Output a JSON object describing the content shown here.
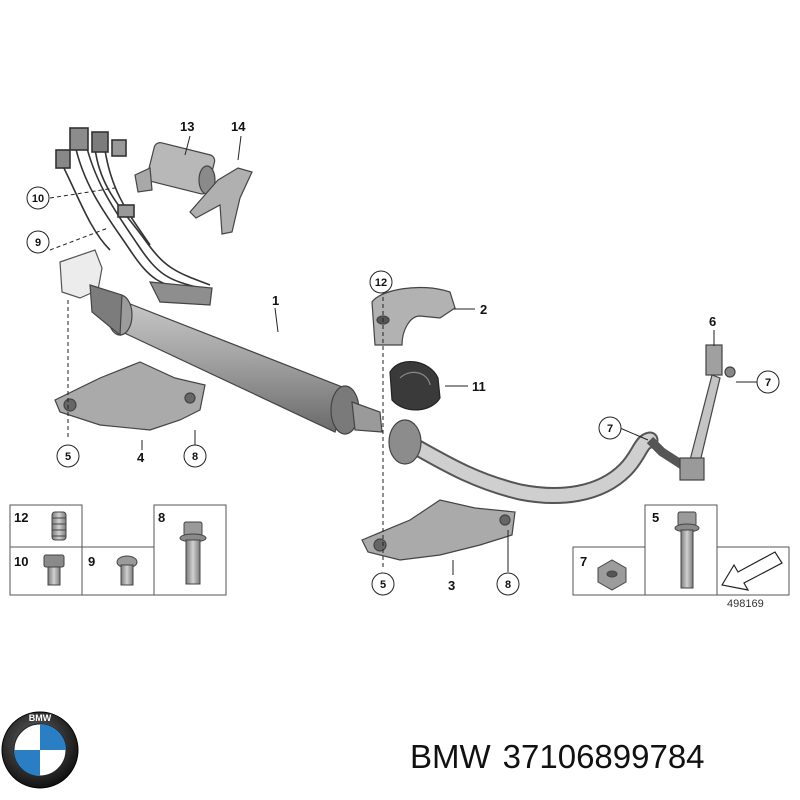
{
  "diagram": {
    "callouts": {
      "c1": "1",
      "c2": "2",
      "c3": "3",
      "c4": "4",
      "c5a": "5",
      "c5b": "5",
      "c6": "6",
      "c7a": "7",
      "c7b": "7",
      "c8a": "8",
      "c8b": "8",
      "c9": "9",
      "c10": "10",
      "c11": "11",
      "c12": "12",
      "c13": "13",
      "c14": "14"
    },
    "legend_left": {
      "b12": "12",
      "b10": "10",
      "b9": "9",
      "b8": "8"
    },
    "legend_right": {
      "b7": "7",
      "b5": "5"
    },
    "reference_number": "498169"
  },
  "caption": {
    "brand": "BMW",
    "part_number": "37106899784"
  },
  "colors": {
    "part_gray": "#9a9a9a",
    "part_dark": "#6e6e6e",
    "line": "#222222"
  }
}
